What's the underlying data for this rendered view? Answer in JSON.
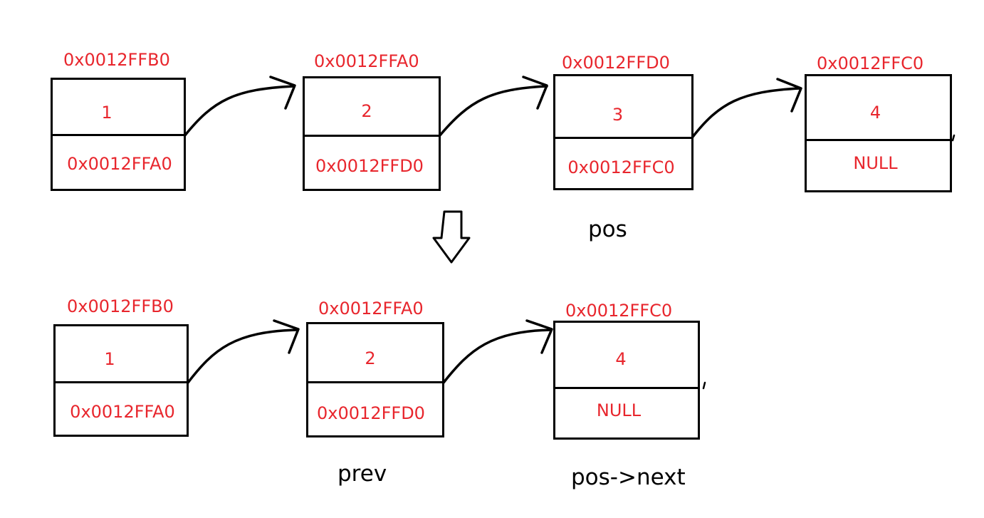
{
  "top_list": {
    "nodes": [
      {
        "address": "0x0012FFB0",
        "value": "1",
        "next": "0x0012FFA0"
      },
      {
        "address": "0x0012FFA0",
        "value": "2",
        "next": "0x0012FFD0"
      },
      {
        "address": "0x0012FFD0",
        "value": "3",
        "next": "0x0012FFC0"
      },
      {
        "address": "0x0012FFC0",
        "value": "4",
        "next": "NULL"
      }
    ],
    "pos_label": "pos"
  },
  "bottom_list": {
    "nodes": [
      {
        "address": "0x0012FFB0",
        "value": "1",
        "next": "0x0012FFA0"
      },
      {
        "address": "0x0012FFA0",
        "value": "2",
        "next": "0x0012FFD0"
      },
      {
        "address": "0x0012FFC0",
        "value": "4",
        "next": "NULL"
      }
    ],
    "prev_label": "prev",
    "pos_next_label": "pos->next"
  },
  "colors": {
    "address": "#e8262d",
    "outline": "#000000"
  }
}
